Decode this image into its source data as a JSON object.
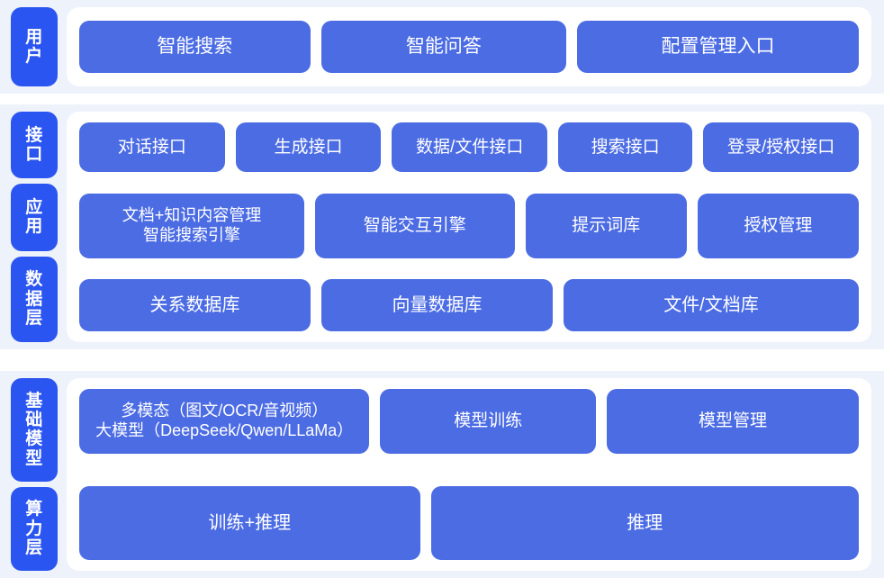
{
  "diagram": {
    "title": "AI Platform Layered Architecture",
    "colors": {
      "page_background": "#ffffff",
      "band_background": "#eef2fb",
      "panel_background": "#ffffff",
      "rail_tab_blue": "#2b55f0",
      "chip_blue": "#4c6ce4",
      "text_white": "#ffffff"
    }
  },
  "sections": {
    "user": {
      "rail": [
        {
          "label": "用户"
        }
      ],
      "chips": [
        {
          "label": "智能搜索"
        },
        {
          "label": "智能问答"
        },
        {
          "label": "配置管理入口"
        }
      ]
    },
    "middle": {
      "rail": [
        {
          "label": "接口"
        },
        {
          "label": "应用"
        },
        {
          "label": "数据层"
        }
      ],
      "interface_row": [
        {
          "label": "对话接口"
        },
        {
          "label": "生成接口"
        },
        {
          "label": "数据/文件接口"
        },
        {
          "label": "搜索接口"
        },
        {
          "label": "登录/授权接口"
        }
      ],
      "application_row": [
        {
          "label": "文档+知识内容管理\n智能搜索引擎"
        },
        {
          "label": "智能交互引擎"
        },
        {
          "label": "提示词库"
        },
        {
          "label": "授权管理"
        }
      ],
      "data_row": [
        {
          "label": "关系数据库"
        },
        {
          "label": "向量数据库"
        },
        {
          "label": "文件/文档库"
        }
      ]
    },
    "base": {
      "rail": [
        {
          "label": "基础模型"
        },
        {
          "label": "算力层"
        }
      ],
      "model_row": [
        {
          "label": "多模态（图文/OCR/音视频）\n大模型（DeepSeek/Qwen/LLaMa）"
        },
        {
          "label": "模型训练"
        },
        {
          "label": "模型管理"
        }
      ],
      "compute_row": [
        {
          "label": "训练+推理"
        },
        {
          "label": "推理"
        }
      ]
    }
  }
}
